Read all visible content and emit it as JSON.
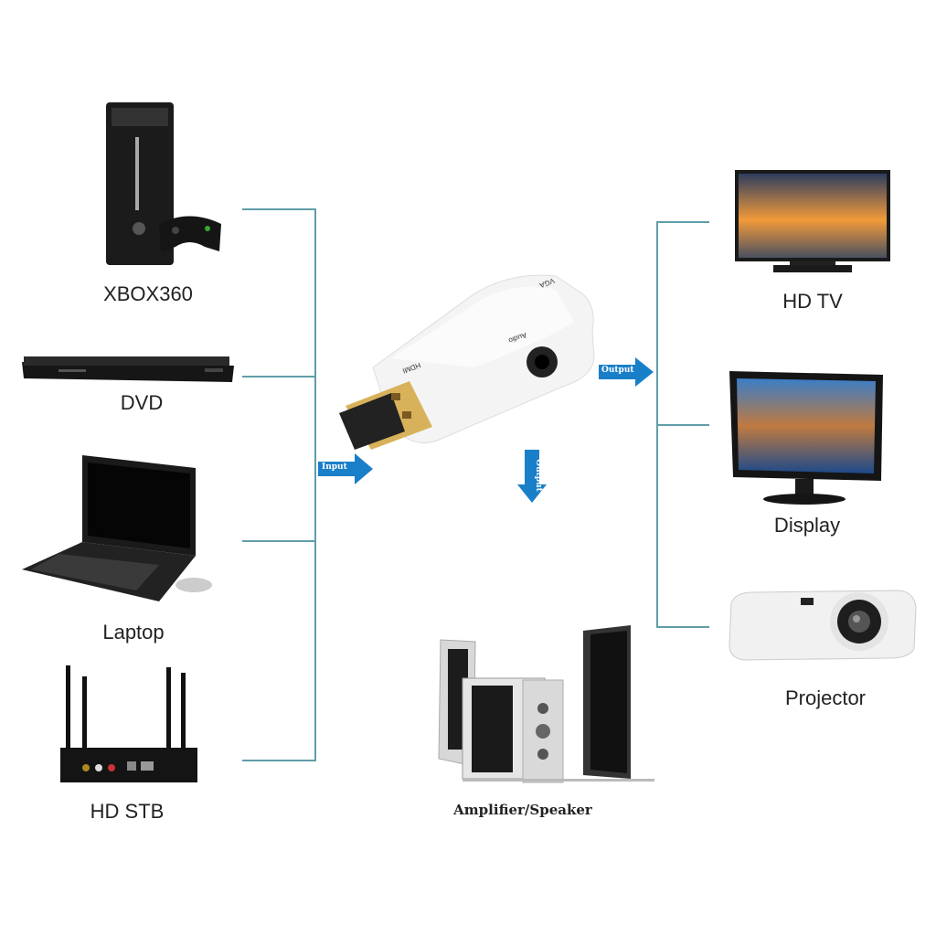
{
  "sources": [
    {
      "label": "XBOX360",
      "icon": "game-console-icon"
    },
    {
      "label": "DVD",
      "icon": "dvd-player-icon"
    },
    {
      "label": "Laptop",
      "icon": "laptop-icon"
    },
    {
      "label": "HD STB",
      "icon": "set-top-box-icon"
    }
  ],
  "outputs": [
    {
      "label": "HD TV",
      "icon": "tv-icon"
    },
    {
      "label": "Display",
      "icon": "monitor-icon"
    },
    {
      "label": "Projector",
      "icon": "projector-icon"
    }
  ],
  "audio_output": {
    "label": "Amplifier/Speaker",
    "icon": "speaker-icon"
  },
  "adapter": {
    "hdmi_label": "HDMI",
    "audio_label": "Audio",
    "vga_label": "VGA"
  },
  "arrows": {
    "input": "Input",
    "output_right": "Output",
    "output_down": "Output"
  },
  "colors": {
    "connector_line": "#5f9ea9",
    "arrow": "#1a7fc9"
  }
}
